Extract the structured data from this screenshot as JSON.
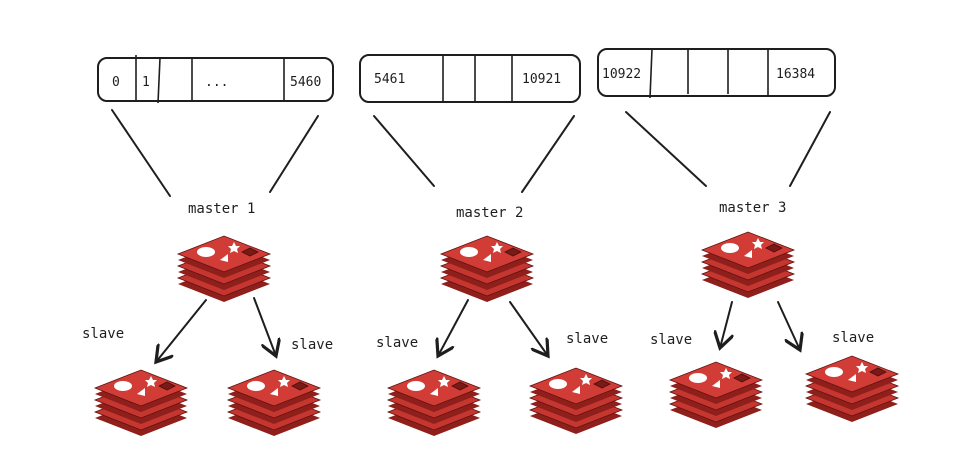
{
  "colors": {
    "ink": "#1e1e1e",
    "redis_red": "#c63631",
    "redis_dark": "#8e1f1b",
    "redis_light": "#e0504a"
  },
  "icon": "redis-logo-icon",
  "shards": [
    {
      "master_label": "master 1",
      "slots": [
        {
          "text": "0"
        },
        {
          "text": "1"
        },
        {
          "text": ""
        },
        {
          "text": "..."
        },
        {
          "text": "5460"
        }
      ],
      "slaves": [
        {
          "label": "slave"
        },
        {
          "label": "slave"
        }
      ]
    },
    {
      "master_label": "master 2",
      "slots": [
        {
          "text": "5461"
        },
        {
          "text": ""
        },
        {
          "text": ""
        },
        {
          "text": "10921"
        }
      ],
      "slaves": [
        {
          "label": "slave"
        },
        {
          "label": "slave"
        }
      ]
    },
    {
      "master_label": "master 3",
      "slots": [
        {
          "text": "10922"
        },
        {
          "text": ""
        },
        {
          "text": ""
        },
        {
          "text": "16384"
        }
      ],
      "slaves": [
        {
          "label": "slave"
        },
        {
          "label": "slave"
        }
      ]
    }
  ]
}
